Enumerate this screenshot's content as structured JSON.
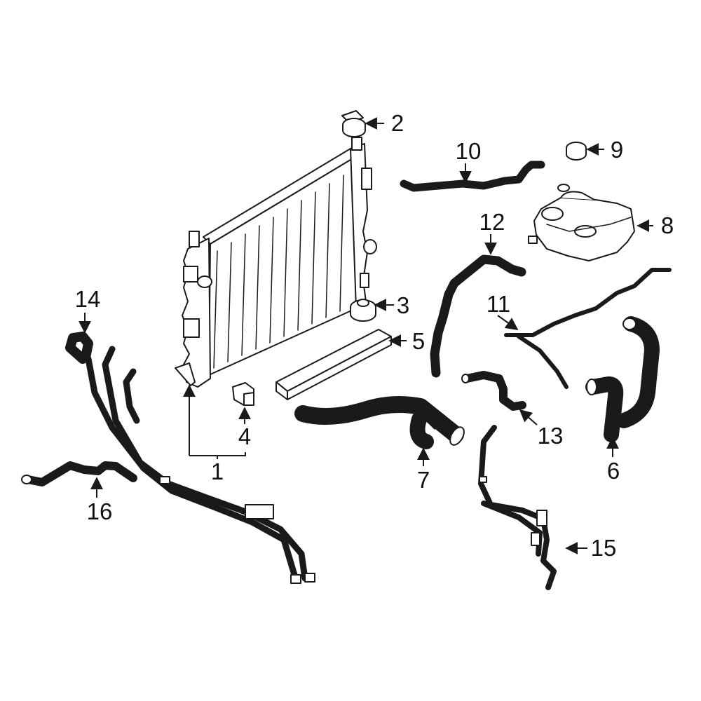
{
  "diagram": {
    "highlight_color": "#2a3f9e",
    "line_color": "#1a1a1a",
    "callouts": [
      {
        "id": "1",
        "label": "1"
      },
      {
        "id": "2",
        "label": "2"
      },
      {
        "id": "3",
        "label": "3"
      },
      {
        "id": "4",
        "label": "4"
      },
      {
        "id": "5",
        "label": "5"
      },
      {
        "id": "6",
        "label": "6"
      },
      {
        "id": "7",
        "label": "7"
      },
      {
        "id": "8",
        "label": "8"
      },
      {
        "id": "9",
        "label": "9"
      },
      {
        "id": "10",
        "label": "10"
      },
      {
        "id": "11",
        "label": "11"
      },
      {
        "id": "12",
        "label": "12"
      },
      {
        "id": "13",
        "label": "13"
      },
      {
        "id": "14",
        "label": "14"
      },
      {
        "id": "15",
        "label": "15"
      },
      {
        "id": "16",
        "label": "16"
      }
    ],
    "highlighted_part": "12"
  }
}
